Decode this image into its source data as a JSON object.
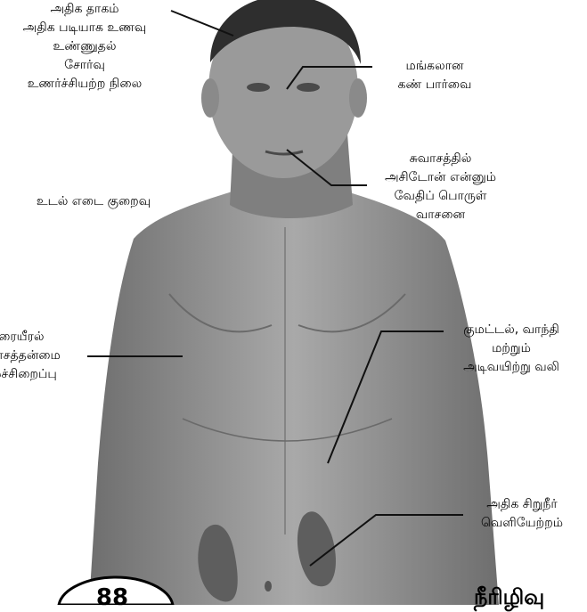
{
  "labels": {
    "thirst": [
      "அதிக தாகம்",
      "அதிக படியாக உணவு",
      "உண்ணுதல்",
      "சோர்வு",
      "உணர்ச்சியற்ற நிலை"
    ],
    "vision": [
      "மங்கலான",
      "கண் பார்வை"
    ],
    "breath": [
      "சுவாசத்தில்",
      "அசிடோன் என்னும்",
      "வேதிப் பொருள்",
      "வாசனை"
    ],
    "weight": [
      "உடல் எடை குறைவு"
    ],
    "lung": [
      "நுரையீரல்",
      "பாசத்தன்மை",
      "மூச்சிறைப்பு"
    ],
    "nausea": [
      "குமட்டல், வாந்தி",
      "மற்றும்",
      "அடிவயிற்று வலி"
    ],
    "urine": [
      "அதிக சிறுநீர்",
      "வெளியேற்றம்"
    ]
  },
  "footer": {
    "badge": "88",
    "corner": "நீரிழிவு"
  },
  "colors": {
    "skin": "#8f8f8f",
    "hair": "#2e2e2e",
    "kidney": "#5e5e5e",
    "line": "#111111"
  }
}
